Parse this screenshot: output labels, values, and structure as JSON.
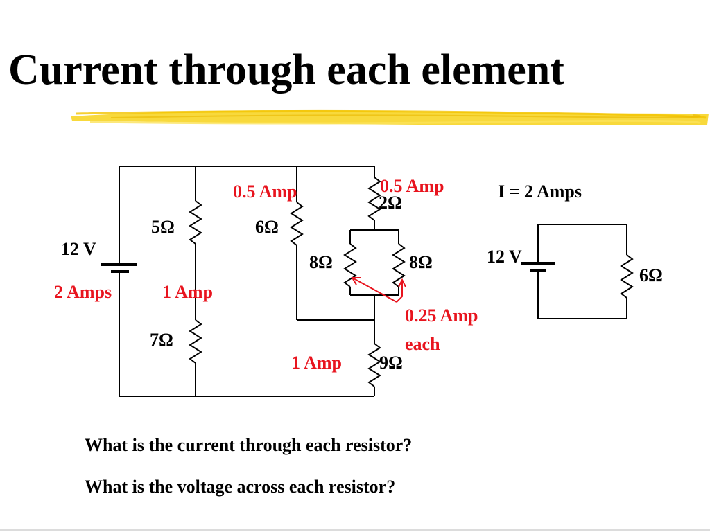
{
  "slide": {
    "title": "Current through each element"
  },
  "circuit_main": {
    "source_voltage": "12 V",
    "resistor_5": "5Ω",
    "resistor_6": "6Ω",
    "resistor_7": "7Ω",
    "resistor_2": "2Ω",
    "resistor_8_left": "8Ω",
    "resistor_8_right": "8Ω",
    "resistor_9": "9Ω",
    "current_total": "2 Amps",
    "current_left_branch": "1 Amp",
    "current_6ohm": "0.5 Amp",
    "current_2ohm": "0.5 Amp",
    "current_parallel_each_line1": "0.25 Amp",
    "current_parallel_each_line2": "each",
    "current_9ohm": "1 Amp"
  },
  "circuit_equivalent": {
    "current": "I = 2 Amps",
    "source_voltage": "12 V",
    "resistor": "6Ω"
  },
  "questions": [
    "What is the current through each resistor?",
    "What is the voltage across each resistor?"
  ],
  "colors": {
    "annotation_red": "#e8141e",
    "highlight_yellow": "#f5c800",
    "wire_black": "#000000"
  }
}
